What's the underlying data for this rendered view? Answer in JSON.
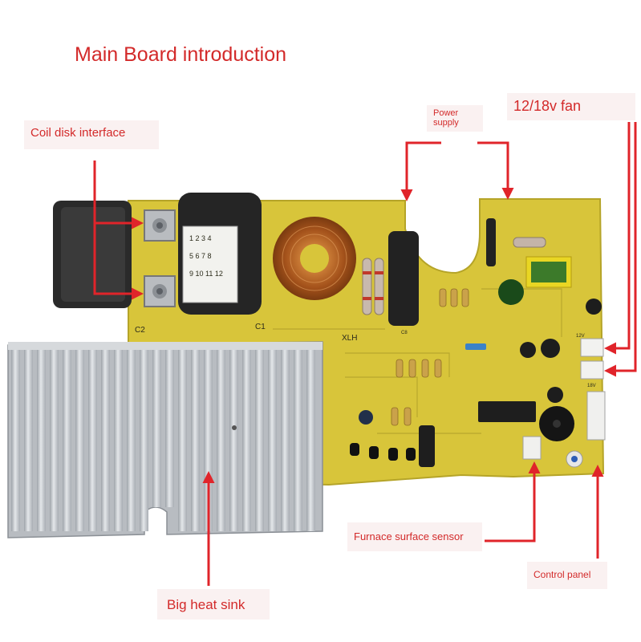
{
  "title": "Main Board introduction",
  "labels": {
    "coil": "Coil disk interface",
    "power": "Power supply",
    "fan": "12/18v fan",
    "furnace": "Furnace surface sensor",
    "control": "Control panel",
    "sink": "Big heat sink"
  },
  "board_marks": {
    "c1": "C1",
    "c2": "C2",
    "xlh": "XLH",
    "v18": "18V",
    "v12": "12V"
  },
  "colors": {
    "label_text": "#d32a2a",
    "label_bg": "#faf1f1",
    "arrow": "#e0242a",
    "pcb": "#d8c53a",
    "heatsink": "#c9cdd2"
  }
}
